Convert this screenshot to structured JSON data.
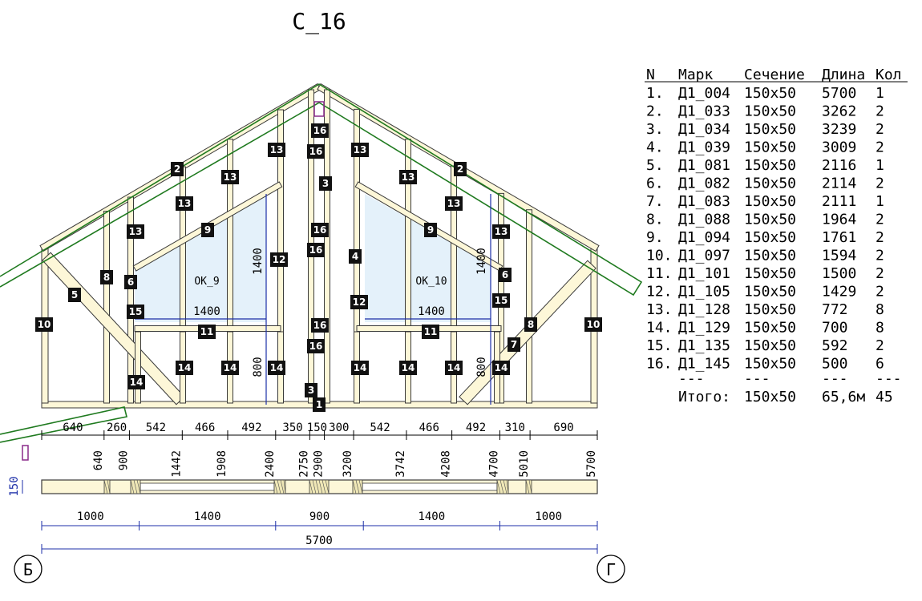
{
  "sheet": {
    "title": "С_16",
    "opening_left": {
      "label": "ОК_9",
      "width": "1400",
      "height": "1400",
      "sill": "800"
    },
    "opening_right": {
      "label": "ОК_10",
      "width": "1400",
      "height": "1400",
      "sill": "800"
    },
    "axis_left": "Б",
    "axis_right": "Г",
    "section_height": "150"
  },
  "members": {
    "badges": [
      "1",
      "2",
      "2",
      "3",
      "3",
      "4",
      "5",
      "6",
      "6",
      "7",
      "8",
      "8",
      "9",
      "9",
      "10",
      "10",
      "11",
      "11",
      "12",
      "12",
      "13",
      "13",
      "13",
      "13",
      "13",
      "13",
      "13",
      "13",
      "14",
      "14",
      "14",
      "14",
      "14",
      "14",
      "14",
      "14",
      "15",
      "15",
      "16",
      "16",
      "16",
      "16",
      "16",
      "16"
    ]
  },
  "dimensions": {
    "segments": [
      "640",
      "260",
      "542",
      "466",
      "492",
      "350",
      "150",
      "300",
      "542",
      "466",
      "492",
      "310",
      "690"
    ],
    "cumulative": [
      "640",
      "900",
      "1442",
      "1908",
      "2400",
      "2750",
      "2900",
      "3200",
      "3742",
      "4208",
      "4700",
      "5010",
      "5700"
    ],
    "plan_segments": [
      "1000",
      "1400",
      "900",
      "1400",
      "1000"
    ],
    "total": "5700"
  },
  "spec_table": {
    "headers": [
      "N",
      "Марк",
      "Сечение",
      "Длина",
      "Кол"
    ],
    "rows": [
      [
        "1.",
        "Д1_004",
        "150x50",
        "5700",
        "1"
      ],
      [
        "2.",
        "Д1_033",
        "150x50",
        "3262",
        "2"
      ],
      [
        "3.",
        "Д1_034",
        "150x50",
        "3239",
        "2"
      ],
      [
        "4.",
        "Д1_039",
        "150x50",
        "3009",
        "2"
      ],
      [
        "5.",
        "Д1_081",
        "150x50",
        "2116",
        "1"
      ],
      [
        "6.",
        "Д1_082",
        "150x50",
        "2114",
        "2"
      ],
      [
        "7.",
        "Д1_083",
        "150x50",
        "2111",
        "1"
      ],
      [
        "8.",
        "Д1_088",
        "150x50",
        "1964",
        "2"
      ],
      [
        "9.",
        "Д1_094",
        "150x50",
        "1761",
        "2"
      ],
      [
        "10.",
        "Д1_097",
        "150x50",
        "1594",
        "2"
      ],
      [
        "11.",
        "Д1_101",
        "150x50",
        "1500",
        "2"
      ],
      [
        "12.",
        "Д1_105",
        "150x50",
        "1429",
        "2"
      ],
      [
        "13.",
        "Д1_128",
        "150x50",
        "772",
        "8"
      ],
      [
        "14.",
        "Д1_129",
        "150x50",
        "700",
        "8"
      ],
      [
        "15.",
        "Д1_135",
        "150x50",
        "592",
        "2"
      ],
      [
        "16.",
        "Д1_145",
        "150x50",
        "500",
        "6"
      ]
    ],
    "separator": [
      "---",
      "---",
      "---",
      "---"
    ],
    "total_row": [
      "Итого:",
      "150x50",
      "65,6м",
      "45"
    ]
  },
  "colors": {
    "timber_fill": "#fdf7d8",
    "timber_stroke": "#3a3a3a",
    "glass": "#e4f1fa",
    "dim_line": "#1c2fa8",
    "roof_line": "#1f7a1f",
    "badge": "#111111"
  }
}
